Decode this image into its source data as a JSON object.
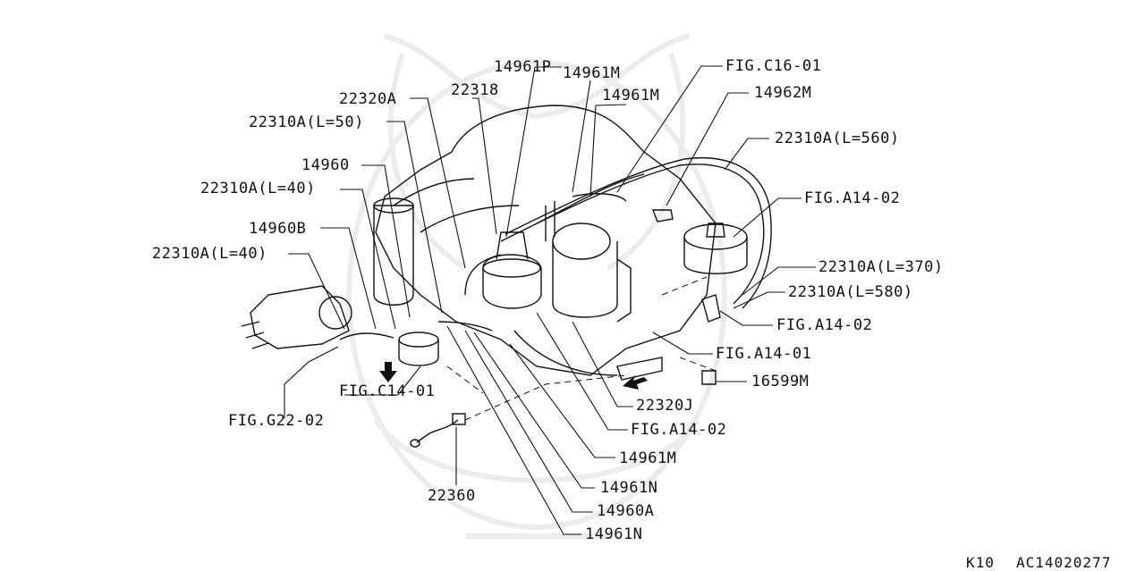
{
  "callouts": {
    "p14961P": "14961P",
    "m14961M_a": "14961M",
    "figC16_01": "FIG.C16-01",
    "p22318": "22318",
    "m14961M_b": "14961M",
    "m14962M": "14962M",
    "p22320A": "22320A",
    "p22310A_L50": "22310A(L=50)",
    "p22310A_L560": "22310A(L=560)",
    "p14960": "14960",
    "p22310A_L40_a": "22310A(L=40)",
    "figA14_02_a": "FIG.A14-02",
    "p14960B": "14960B",
    "p22310A_L40_b": "22310A(L=40)",
    "p22310A_L370": "22310A(L=370)",
    "p22310A_L580": "22310A(L=580)",
    "figA14_02_b": "FIG.A14-02",
    "figA14_01": "FIG.A14-01",
    "p16599M": "16599M",
    "figC14_01": "FIG.C14-01",
    "p22320J": "22320J",
    "figG22_02": "FIG.G22-02",
    "figA14_02_c": "FIG.A14-02",
    "m14961M_c": "14961M",
    "p14961N_a": "14961N",
    "p22360": "22360",
    "p14960A": "14960A",
    "p14961N_b": "14961N"
  },
  "footer": {
    "model": "K10",
    "code": "AC14020277"
  }
}
